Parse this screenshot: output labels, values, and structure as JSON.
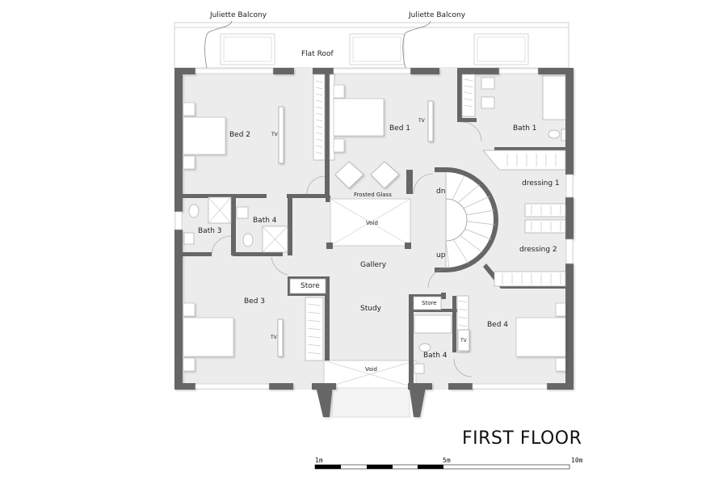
{
  "plan": {
    "title": "FIRST FLOOR",
    "annotations": {
      "balcony_left": "Juliette Balcony",
      "balcony_right": "Juliette Balcony",
      "flat_roof": "Flat Roof",
      "frosted_glass": "Frosted Glass",
      "void_upper": "Void",
      "void_lower": "Void",
      "stair_dn": "dn",
      "stair_up": "up"
    },
    "rooms": {
      "bed2": "Bed 2",
      "bed1": "Bed 1",
      "bath1": "Bath 1",
      "dressing1": "dressing 1",
      "dressing2": "dressing 2",
      "bath3": "Bath 3",
      "bath4_upper": "Bath 4",
      "gallery": "Gallery",
      "store_left": "Store",
      "bed3": "Bed 3",
      "study": "Study",
      "store_right": "Store",
      "bath4_lower": "Bath 4",
      "bed4": "Bed 4"
    },
    "tv_labels": {
      "bed2": "TV",
      "bed1": "TV",
      "bed3": "TV",
      "bed4": "TV"
    },
    "scale_bar": {
      "label_start": "1m",
      "label_mid": "5m",
      "label_end": "10m"
    }
  },
  "colors": {
    "wall": "#666666",
    "floor": "#ececec",
    "outline": "#bdbdbd",
    "furniture": "#ffffff"
  }
}
